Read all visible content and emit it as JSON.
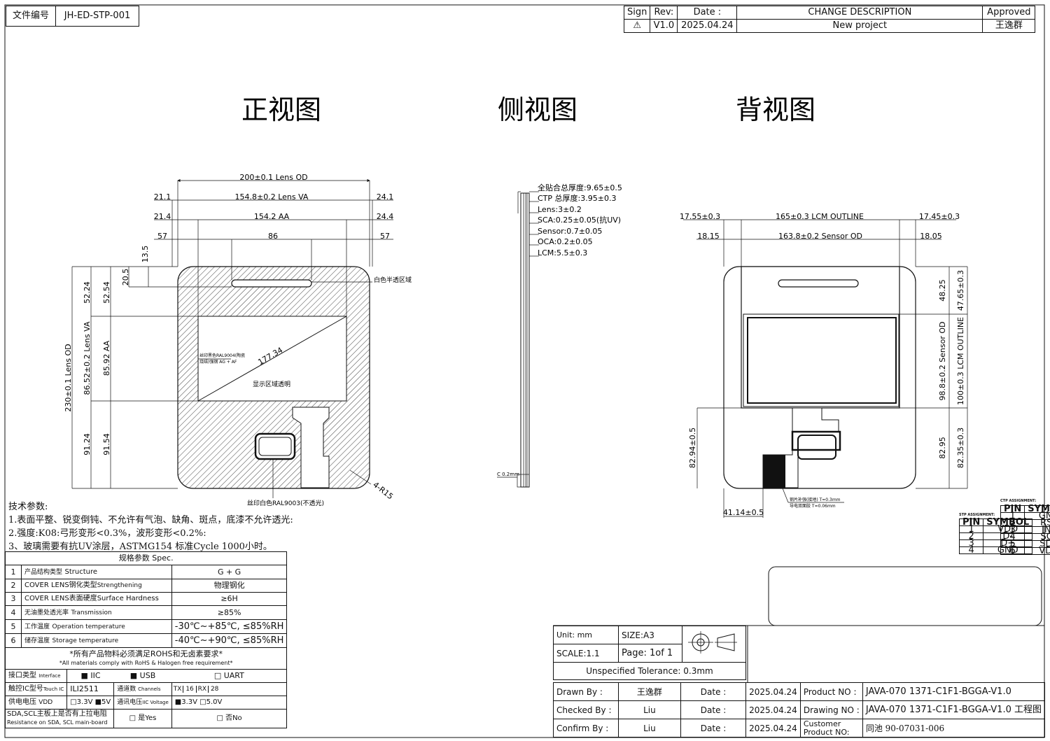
{
  "doc_id": {
    "label": "文件编号",
    "value": "JH-ED-STP-001"
  },
  "revision": {
    "headers": [
      "Sign",
      "Rev:",
      "Date :",
      "CHANGE DESCRIPTION",
      "Approved"
    ],
    "row": {
      "sign": "⚠",
      "rev": "V1.0",
      "date": "2025.04.24",
      "desc": "New project",
      "approved": "王逸群"
    }
  },
  "views": {
    "front": "正视图",
    "side": "侧视图",
    "back": "背视图"
  },
  "front_dims": {
    "lens_od_w": "200±0.1 Lens OD",
    "va_left": "21.1",
    "va_w": "154.8±0.2 Lens VA",
    "va_right": "24.1",
    "aa_left": "21.4",
    "aa_w": "154.2 AA",
    "aa_right": "24.4",
    "slot_left": "57",
    "slot_w": "86",
    "slot_right": "57",
    "slot_h": "13.5",
    "slot_top": "20.5",
    "top_a": "52.24",
    "top_b": "52.54",
    "lens_od_h": "230±0.1 Lens OD",
    "va_h": "86.52±0.2 Lens VA",
    "aa_h": "85.92 AA",
    "bot_a": "91.24",
    "bot_b": "91.54",
    "diag": "177.34",
    "note_white": "白色半透区域",
    "note_black": "丝印黑色RAL9004(陶瓷",
    "note_black2": "烧结)强钢 AG + AF",
    "note_display": "显示区域透明",
    "note_silk": "丝印白色RAL9003(不透光)",
    "radius": "4-R15"
  },
  "side_dims": [
    "全贴合总厚度:9.65±0.5",
    "CTP 总厚度:3.95±0.3",
    "Lens:3±0.2",
    "SCA:0.25±0.05(抗UV)",
    "Sensor:0.7±0.05",
    "OCA:0.2±0.05",
    "LCM:5.5±0.3"
  ],
  "side_tail": "C 0.2mm",
  "back_dims": {
    "lcm_left": "17.55±0.3",
    "lcm_w": "165±0.3 LCM OUTLINE",
    "lcm_right": "17.45±0.3",
    "sen_left": "18.15",
    "sen_w": "163.8±0.2 Sensor OD",
    "sen_right": "18.05",
    "r_top_a": "48.25",
    "r_top_b": "47.65±0.3",
    "r_mid_a": "98.8±0.2 Sensor OD",
    "r_mid_b": "100±0.3 LCM OUTLINE",
    "r_bot_a": "82.95",
    "r_bot_b": "82.35±0.3",
    "left_h": "82.94±0.5",
    "bottom_w": "41.14±0.5",
    "fpc_note1": "钢片补强(接地) T=0.3mm",
    "fpc_note2": "导电双面胶 T=0.06mm"
  },
  "pin_tables": {
    "stp_title": "STP ASSIGNMENT:",
    "header": [
      "PIN",
      "SYMBOL"
    ],
    "stp": [
      [
        "1",
        "VDD"
      ],
      [
        "2",
        "D-"
      ],
      [
        "3",
        "D+"
      ],
      [
        "4",
        "GND"
      ]
    ],
    "ctp_title": "CTP ASSIGNMENT:",
    "ctp": [
      [
        "1",
        "GND"
      ],
      [
        "2",
        "RST"
      ],
      [
        "3",
        "INT"
      ],
      [
        "4",
        "SCL"
      ],
      [
        "5",
        "SDA"
      ],
      [
        "6",
        "VDD"
      ]
    ]
  },
  "tech": {
    "title": "技术参数:",
    "lines": [
      "1.表面平整、锐变倒钝、不允许有气泡、缺角、斑点，底漆不允许透光:",
      "2.强度:K08:弓形变形<0.3%，波形变形<0.2%:",
      "3、玻璃需要有抗UV涂层，ASTMG154 标准Cycle 1000小时。"
    ]
  },
  "spec": {
    "title": "规格参数 Spec.",
    "rows": [
      {
        "no": "1",
        "cn": "产品结构类型",
        "en": "Structure",
        "val": "G + G"
      },
      {
        "no": "2",
        "cn": "COVER LENS钢化类型",
        "en": "Strengthening",
        "val": "物理钢化"
      },
      {
        "no": "3",
        "cn": "COVER LENS表面硬度",
        "en": "Surface Hardness",
        "val": "≥6H"
      },
      {
        "no": "4",
        "cn": "无油墨处透光率",
        "en": "Transmission",
        "val": "≥85%"
      },
      {
        "no": "5",
        "cn": "工作温度",
        "en": "Operation temperature",
        "val": "-30℃~+85℃, ≤85%RH"
      },
      {
        "no": "6",
        "cn": "储存温度",
        "en": "Storage temperature",
        "val": "-40℃~+90℃, ≤85%RH"
      }
    ],
    "rohs_cn": "*所有产品物料必须满足ROHS和无卤素要求*",
    "rohs_en": "*All materials comply with RoHS & Halogen free requirement*",
    "iface": {
      "label_cn": "接口类型",
      "label_en": "Interface",
      "opts": [
        "■ IIC",
        "■ USB",
        "□ UART"
      ]
    },
    "ic": {
      "label_cn": "触控IC型号",
      "label_en": "Touch IC",
      "value": "ILI2511",
      "ch_cn": "通道数",
      "ch_en": "Channels",
      "tx": "TX",
      "tx_v": "16",
      "rx": "RX",
      "rx_v": "28"
    },
    "vdd": {
      "label_cn": "供电电压",
      "label_en": "VDD",
      "opts": "□3.3V ■5V",
      "iic_cn": "通讯电压",
      "iic_en": "IIC Voltage",
      "iic_opts": "■3.3V  □5.0V"
    },
    "pullup": {
      "label_cn": "SDA,SCL主板上是否有上拉电阻",
      "label_en": "Resistance on SDA, SCL main-board",
      "yes": "□ 是Yes",
      "no": "□ 否No"
    }
  },
  "titleblock": {
    "unit": "Unit: mm",
    "size": "SIZE:A3",
    "scale": "SCALE:1.1",
    "page": "Page: 1of 1",
    "tolerance": "Unspecified Tolerance: 0.3mm",
    "drawn_l": "Drawn By :",
    "drawn_v": "王逸群",
    "checked_l": "Checked By :",
    "checked_v": "Liu",
    "confirm_l": "Confirm By :",
    "confirm_v": "Liu",
    "date_l": "Date :",
    "date_v": "2025.04.24",
    "product_l": "Product NO :",
    "product_v": "JAVA-070 1371-C1F1-BGGA-V1.0",
    "drawing_l": "Drawing NO :",
    "drawing_v": "JAVA-070 1371-C1F1-BGGA-V1.0 工程图",
    "customer_l": "Customer Product NO:",
    "customer_v": "同池 90-07031-006"
  }
}
